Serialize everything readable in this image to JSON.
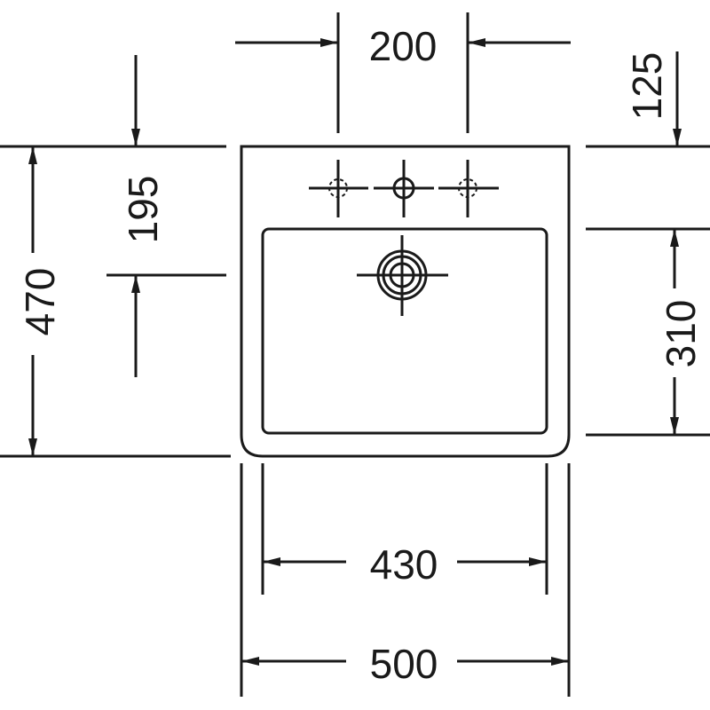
{
  "diagram": {
    "dimensions": {
      "tap_spacing": "200",
      "tap_depth": "125",
      "drain_depth": "195",
      "total_depth": "470",
      "bowl_depth": "310",
      "bowl_width": "430",
      "total_width": "500"
    }
  }
}
